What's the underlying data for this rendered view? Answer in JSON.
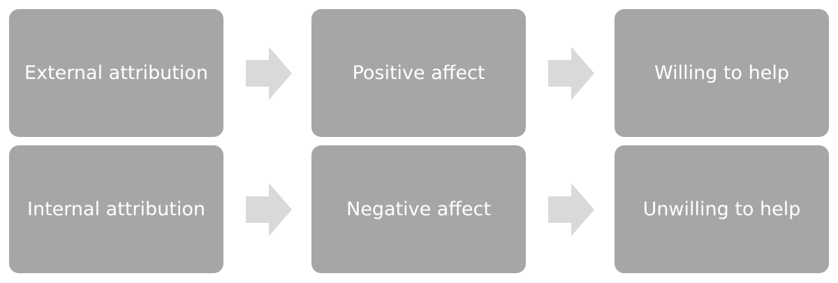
{
  "colors": {
    "box_fill": "#a6a6a6",
    "box_text": "#ffffff",
    "arrow_fill": "#d9d9d9",
    "background": "#ffffff"
  },
  "rows": [
    {
      "boxes": [
        {
          "label": "External attribution"
        },
        {
          "label": "Positive affect"
        },
        {
          "label": "Willing to help"
        }
      ]
    },
    {
      "boxes": [
        {
          "label": "Internal attribution"
        },
        {
          "label": "Negative affect"
        },
        {
          "label": "Unwilling to help"
        }
      ]
    }
  ],
  "connectors": {
    "icon": "right-arrow-icon"
  }
}
